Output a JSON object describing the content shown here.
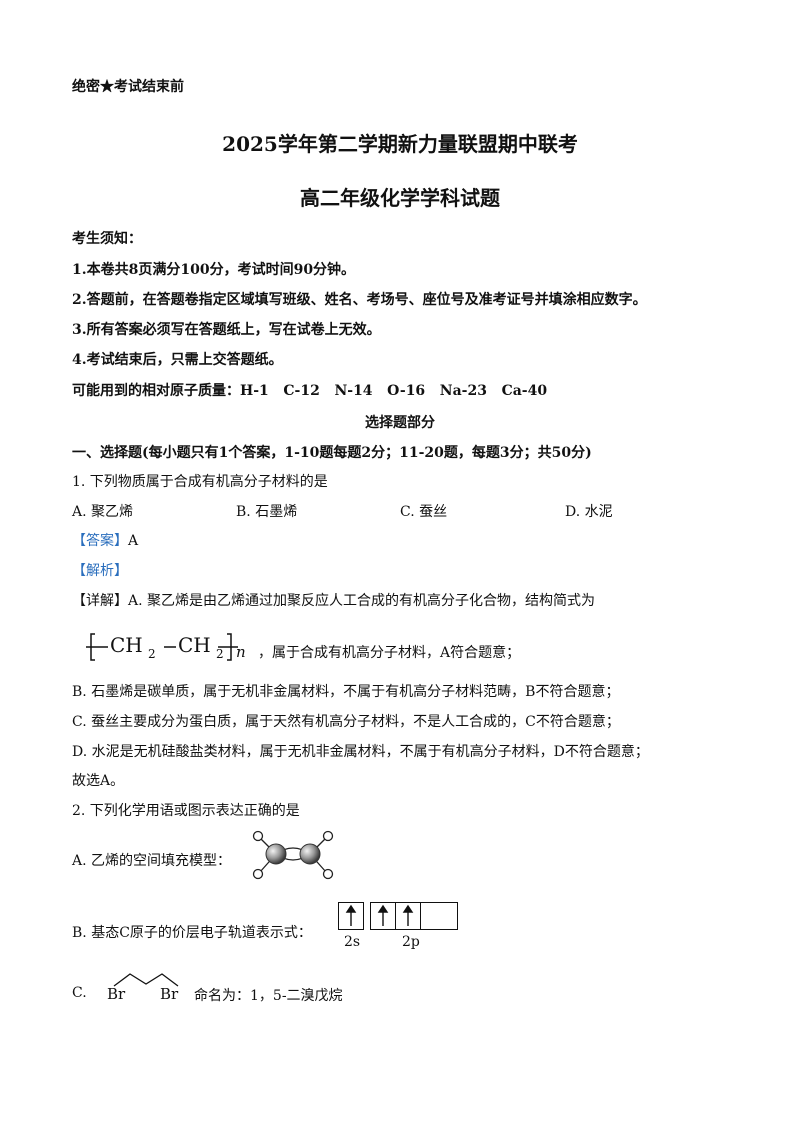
{
  "header": {
    "secret": "绝密★考试结束前",
    "title1": "2025学年第二学期新力量联盟期中联考",
    "title2": "高二年级化学学科试题"
  },
  "notice": {
    "heading": "考生须知：",
    "items": [
      "1.本卷共8页满分100分，考试时间90分钟。",
      "2.答题前，在答题卷指定区域填写班级、姓名、考场号、座位号及准考证号并填涂相应数字。",
      "3.所有答案必须写在答题纸上，写在试卷上无效。",
      "4.考试结束后，只需上交答题纸。"
    ],
    "atomic_mass": "可能用到的相对原子质量：H-1   C-12   N-14   O-16   Na-23   Ca-40"
  },
  "section": {
    "title": "选择题部分",
    "part1": "一、选择题(每小题只有1个答案，1-10题每题2分；11-20题，每题3分；共50分)"
  },
  "q1": {
    "stem": "1. 下列物质属于合成有机高分子材料的是",
    "options": [
      "A. 聚乙烯",
      "B. 石墨烯",
      "C. 蚕丝",
      "D. 水泥"
    ],
    "answer_label": "【答案】",
    "answer": "A",
    "analysis_label": "【解析】",
    "detail_label": "【详解】",
    "detail_a": "A. 聚乙烯是由乙烯通过加聚反应人工合成的有机高分子化合物，结构简式为",
    "formula_ch2_1": "CH",
    "formula_sub1": "2",
    "formula_ch2_2": "CH",
    "formula_sub2": "2",
    "formula_n": "n",
    "formula_tail": "，属于合成有机高分子材料，A符合题意；",
    "detail_b": "B. 石墨烯是碳单质，属于无机非金属材料，不属于有机高分子材料范畴，B不符合题意；",
    "detail_c": "C. 蚕丝主要成分为蛋白质，属于天然有机高分子材料，不是人工合成的，C不符合题意；",
    "detail_d": "D. 水泥是无机硅酸盐类材料，属于无机非金属材料，不属于有机高分子材料，D不符合题意；",
    "conclusion": "故选A。"
  },
  "q2": {
    "stem": "2. 下列化学用语或图示表达正确的是",
    "option_a": "A. 乙烯的空间填充模型：",
    "option_b": "B. 基态C原子的价层电子轨道表示式：",
    "orbital_2s": "2s",
    "orbital_2p": "2p",
    "option_c_label": "C.",
    "br_left": "Br",
    "br_right": "Br",
    "option_c_text": "命名为：1，5-二溴戊烷"
  }
}
